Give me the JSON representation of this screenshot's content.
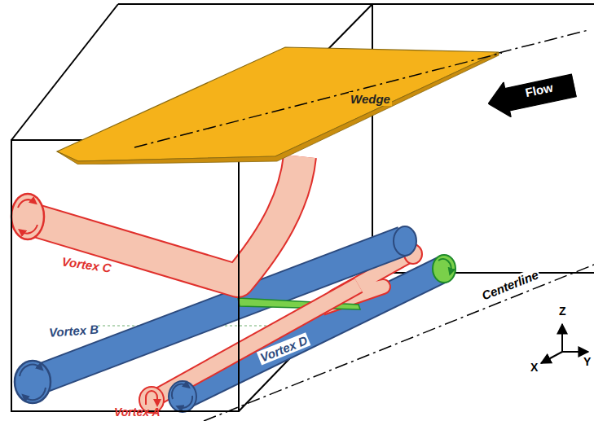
{
  "diagram": {
    "nodes": [
      {
        "text": [
          "Wedge"
        ]
      },
      {
        "text": [
          "Flow"
        ]
      }
    ],
    "labels": [
      "Vortex C",
      "Vortex B",
      "Vortex A",
      "Vortex D",
      "Centerline",
      "Z",
      "X",
      "Y"
    ]
  }
}
